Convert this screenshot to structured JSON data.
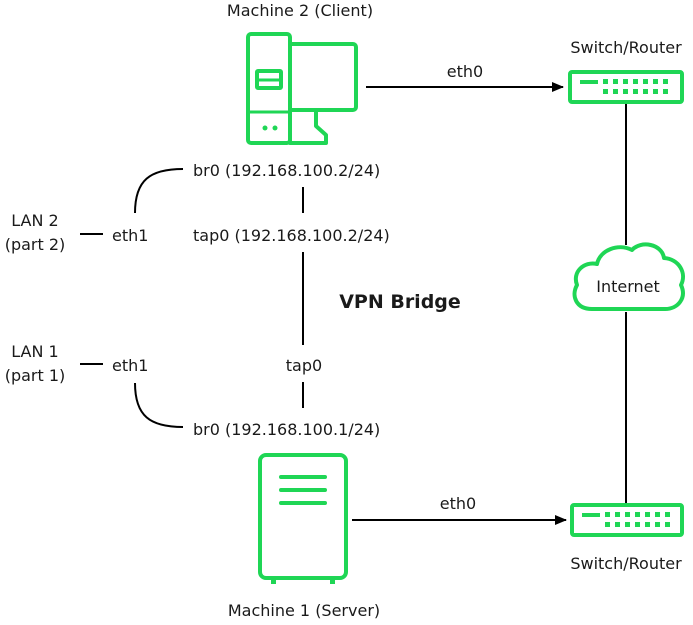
{
  "title": "VPN Bridge",
  "colors": {
    "accent": "#1fd655",
    "line": "#000000"
  },
  "machine2": {
    "label": "Machine 2 (Client)",
    "icon": "desktop-computer-icon",
    "br0": "br0 (192.168.100.2/24)",
    "tap0": "tap0 (192.168.100.2/24)",
    "eth0": "eth0",
    "eth1": "eth1"
  },
  "machine1": {
    "label": "Machine 1 (Server)",
    "icon": "server-tower-icon",
    "br0": "br0 (192.168.100.1/24)",
    "tap0": "tap0",
    "eth0": "eth0",
    "eth1": "eth1"
  },
  "lan2": {
    "line1": "LAN 2",
    "line2": "(part 2)"
  },
  "lan1": {
    "line1": "LAN 1",
    "line2": "(part 1)"
  },
  "switch_top": {
    "label": "Switch/Router",
    "icon": "network-switch-icon"
  },
  "switch_bottom": {
    "label": "Switch/Router",
    "icon": "network-switch-icon"
  },
  "internet": {
    "label": "Internet",
    "icon": "cloud-icon"
  }
}
